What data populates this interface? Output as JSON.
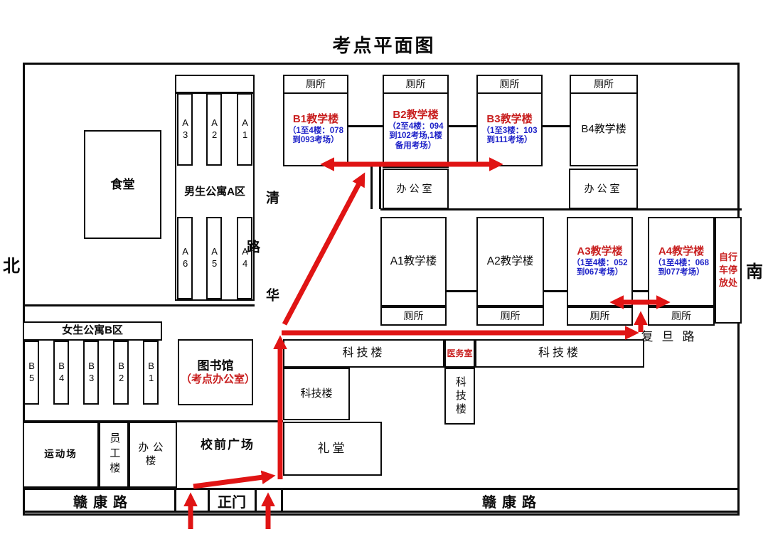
{
  "title": "考点平面图",
  "compass": {
    "north": "北",
    "south": "南"
  },
  "roads": {
    "qinghua": "清华路",
    "fudan": "复旦路",
    "gankang": "赣康路",
    "main_gate": "正门"
  },
  "labels": {
    "toilet": "厕所",
    "office": "办公室",
    "science": "科技楼",
    "medical": "医务室",
    "canteen": "食堂",
    "auditorium": "礼堂",
    "sports_ground": "运动场",
    "staff_building": "员工楼",
    "admin_building": "办公楼",
    "front_square": "校前广场",
    "bike_parking": "自行车停放处",
    "library": "图书馆",
    "library_note": "（考点办公室）"
  },
  "dorms": {
    "male": {
      "label": "男生公寓A区",
      "top_units": [
        "A3",
        "A2",
        "A1"
      ],
      "bottom_units": [
        "A6",
        "A5",
        "A4"
      ]
    },
    "female": {
      "label": "女生公寓B区",
      "units": [
        "B5",
        "B4",
        "B3",
        "B2",
        "B1"
      ]
    }
  },
  "teaching": {
    "b1": {
      "name": "B1教学楼",
      "rooms": "（1至4楼：078到093考场）"
    },
    "b2": {
      "name": "B2教学楼",
      "rooms": "（2至4楼：094到102考场,1楼备用考场）"
    },
    "b3": {
      "name": "B3教学楼",
      "rooms": "（1至3楼：103到111考场）"
    },
    "b4": {
      "name": "B4教学楼"
    },
    "a1": {
      "name": "A1教学楼"
    },
    "a2": {
      "name": "A2教学楼"
    },
    "a3": {
      "name": "A3教学楼",
      "rooms": "（1至4楼：052到067考场）"
    },
    "a4": {
      "name": "A4教学楼",
      "rooms": "（1至4楼：068到077考场）"
    }
  },
  "colors": {
    "building_highlight_red": "#c81e1e",
    "room_range_blue": "#1e22c8",
    "route_arrow_red": "#e01414",
    "line_black": "#0a0a0a"
  }
}
